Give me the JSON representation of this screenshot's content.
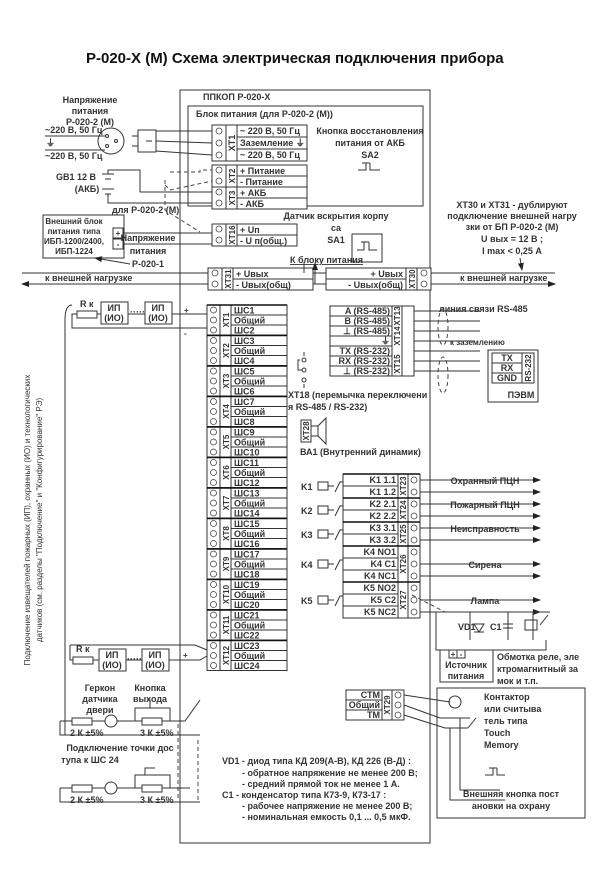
{
  "title": "Р-020-Х (М)  Схема электрическая подключения прибора",
  "device_box": "ППКОП Р-020-Х",
  "power_block": {
    "title": "Блок питания (для Р-020-2 (М))",
    "xt1": {
      "label": "ХТ1",
      "rows": [
        "~ 220 В, 50 Гц",
        "Заземление ⏚",
        "~ 220 В, 50 Гц"
      ]
    },
    "xt2": {
      "label": "ХТ2",
      "rows": [
        "+ Питание",
        "- Питание"
      ]
    },
    "xt3": {
      "label": "ХТ3",
      "rows": [
        "+ АКБ",
        "- АКБ"
      ]
    },
    "sa2_text": [
      "Кнопка восстановления",
      "питания от АКБ",
      "SA2"
    ]
  },
  "left_power": {
    "mains_top": "~220 В, 50 Гц",
    "mains_bottom": "~220 В, 50 Гц",
    "supply_label": [
      "Напряжение",
      "питания",
      "Р-020-2 (М)"
    ],
    "battery": [
      "GB1 12 В",
      "(АКБ)"
    ],
    "for_p0202": "для Р-020-2 (М)",
    "ext_psu": [
      "Внешний блок",
      "питания типа",
      "ИБП-1200/2400,",
      "ИБП-1224"
    ],
    "supply_label_1": [
      "Напряжение",
      "питания",
      "Р-020-1"
    ],
    "plus": "+",
    "minus": "-"
  },
  "xt16": {
    "label": "ХТ16",
    "rows": [
      "+ Uп",
      "- U п(общ.)"
    ]
  },
  "sa1_text": [
    "Датчик вскрытия корпу",
    "са",
    "SA1"
  ],
  "to_power_block": "К блоку питания",
  "xt31": {
    "label": "ХТ31",
    "rows": [
      "+ Uвых",
      "- Uвых(общ)"
    ]
  },
  "xt30": {
    "label": "ХТ30",
    "rows": [
      "+ Uвых",
      "- Uвых(общ)"
    ]
  },
  "ext_load": "к внешней нагрузке",
  "xt30_note": [
    "ХТ30 и ХТ31 -  дублируют",
    "подключение внешней нагру",
    "зки от БП Р-020-2 (М)",
    "U вых = 12 В ;",
    "I max < 0,25 А"
  ],
  "loops": [
    {
      "block": "ХТ1",
      "rows": [
        "ШС1",
        "Общий",
        "ШС2"
      ]
    },
    {
      "block": "ХТ2",
      "rows": [
        "ШС3",
        "Общий",
        "ШС4"
      ]
    },
    {
      "block": "ХТ3",
      "rows": [
        "ШС5",
        "Общий",
        "ШС6"
      ]
    },
    {
      "block": "ХТ4",
      "rows": [
        "ШС7",
        "Общий",
        "ШС8"
      ]
    },
    {
      "block": "ХТ5",
      "rows": [
        "ШС9",
        "Общий",
        "ШС10"
      ]
    },
    {
      "block": "ХТ6",
      "rows": [
        "ШС11",
        "Общий",
        "ШС12"
      ]
    },
    {
      "block": "ХТ7",
      "rows": [
        "ШС13",
        "Общий",
        "ШС14"
      ]
    },
    {
      "block": "ХТ8",
      "rows": [
        "ШС15",
        "Общий",
        "ШС16"
      ]
    },
    {
      "block": "ХТ9",
      "rows": [
        "ШС17",
        "Общий",
        "ШС18"
      ]
    },
    {
      "block": "ХТ10",
      "rows": [
        "ШС19",
        "Общий",
        "ШС20"
      ]
    },
    {
      "block": "ХТ11",
      "rows": [
        "ШС21",
        "Общий",
        "ШС22"
      ]
    },
    {
      "block": "ХТ12",
      "rows": [
        "ШС23",
        "Общий",
        "ШС24"
      ]
    }
  ],
  "detectors": {
    "rk": "R к",
    "ip": "ИП",
    "io": "(ИО)",
    "dots": "·····",
    "plus": "+",
    "minus": "-"
  },
  "side_note": [
    "Подключение извещателей пожарных (ИП), охранных (ИО) и технологических",
    "датчиков (см. разделы \"Подключение\" и \"Конфигурирование\" РЭ)"
  ],
  "rs": {
    "xt13": "ХТ13",
    "xt14": "ХТ14",
    "xt15": "ХТ15",
    "rows": [
      "A (RS-485)",
      "B (RS-485)",
      "⊥ (RS-485)",
      "⏚",
      "TX (RS-232)",
      "RX (RS-232)",
      "⊥ (RS-232)"
    ],
    "line_label": "линия связи RS-485",
    "ground_label": "к заземлению",
    "pc": {
      "rows": [
        "TX",
        "RX",
        "GND"
      ],
      "side": "RS-232",
      "name": "ПЭВМ"
    }
  },
  "xt18_text": [
    "ХТ18 (перемычка переключени",
    "я RS-485 / RS-232)"
  ],
  "speaker": {
    "xt": "ХТ28",
    "label": "ВА1 (Внутренний динамик)"
  },
  "relays": [
    {
      "k": "K1",
      "xt": "ХТ23",
      "rows": [
        "K1 1.1",
        "K1 1.2"
      ],
      "out": "Охранный ПЦН"
    },
    {
      "k": "K2",
      "xt": "ХТ24",
      "rows": [
        "K2 2.1",
        "K2 2.2"
      ],
      "out": "Пожарный ПЦН"
    },
    {
      "k": "K3",
      "xt": "ХТ25",
      "rows": [
        "K3 3.1",
        "K3 3.2"
      ],
      "out": "Неисправность"
    },
    {
      "k": "K4",
      "xt": "ХТ26",
      "rows": [
        "K4 NO1",
        "K4 C1",
        "K4 NC1"
      ],
      "out": "Сирена"
    },
    {
      "k": "K5",
      "xt": "ХТ27",
      "rows": [
        "K5 NO2",
        "K5 C2",
        "K5 NC2"
      ],
      "out": "Лампа"
    }
  ],
  "load": {
    "vd1": "VD1",
    "c1": "C1",
    "text": [
      "Обмотка реле, эле",
      "ктромагнитный за",
      "мок и т.п."
    ],
    "src": [
      "Источник",
      "питания"
    ],
    "plus": "+",
    "minus": "-"
  },
  "xt29": {
    "label": "ХТ29",
    "rows": [
      "СТМ",
      "Общий",
      "ТМ"
    ]
  },
  "tm": {
    "text": [
      "Контактор",
      "или считыва",
      "тель типа",
      "Touch",
      "Memory"
    ],
    "btn": [
      "Внешняя кнопка пост",
      "ановки на охрану"
    ]
  },
  "access": {
    "gerkon": [
      "Геркон",
      "датчика",
      "двери"
    ],
    "exit_btn": [
      "Кнопка",
      "выхода"
    ],
    "r2": "2 К ±5%",
    "r3": "3 К ±5%",
    "note": [
      "Подключение точки дос",
      "тупа к ШС 24"
    ]
  },
  "notes": [
    "VD1 -  диод типа КД 209(А-В), КД 226 (В-Д) :",
    "-  обратное напряжение не менее 200 В;",
    "-  средний прямой ток не менее 1 А.",
    "C1 -  конденсатор типа К73-9, К73-17 :",
    "-  рабочее напряжение не менее 200 В;",
    "-  номинальная емкость 0,1 ... 0,5 мкФ."
  ]
}
